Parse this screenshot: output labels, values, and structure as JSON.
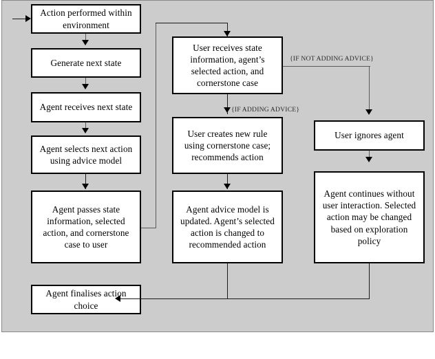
{
  "figure": {
    "type": "flowchart",
    "title": "Agent advice-model interaction flowchart",
    "background_color": "#cccccc",
    "node_fill_color": "#ffffff",
    "node_border_color": "#000000",
    "connector_color": "#1a1a1a"
  },
  "nodes": [
    {
      "id": "action-performed",
      "label": "Action performed within environment"
    },
    {
      "id": "generate-next-state",
      "label": "Generate next state"
    },
    {
      "id": "agent-receives-state",
      "label": "Agent receives next state"
    },
    {
      "id": "agent-selects-action",
      "label": "Agent selects next action using advice model"
    },
    {
      "id": "agent-passes-state",
      "label": "Agent passes state information, selected action, and cornerstone case to user"
    },
    {
      "id": "agent-finalises",
      "label": "Agent finalises action choice"
    },
    {
      "id": "user-receives-state",
      "label": "User receives state information, agent’s selected action, and cornerstone case"
    },
    {
      "id": "user-creates-rule",
      "label": "User creates new rule using cornerstone case; recommends action"
    },
    {
      "id": "advice-model-updated",
      "label": "Agent advice model is updated. Agent’s selected action is changed to recommended action"
    },
    {
      "id": "user-ignores-agent",
      "label": "User ignores agent"
    },
    {
      "id": "agent-continues",
      "label": "Agent continues without user interaction. Selected action may be changed based on exploration policy"
    }
  ],
  "edge_labels": {
    "if_not_adding_advice": "{IF NOT ADDING ADVICE}",
    "if_adding_advice": "{IF ADDING ADVICE}"
  },
  "edges": [
    {
      "from": "external-input",
      "to": "action-performed",
      "label": ""
    },
    {
      "from": "action-performed",
      "to": "generate-next-state",
      "label": ""
    },
    {
      "from": "generate-next-state",
      "to": "agent-receives-state",
      "label": ""
    },
    {
      "from": "agent-receives-state",
      "to": "agent-selects-action",
      "label": ""
    },
    {
      "from": "agent-selects-action",
      "to": "agent-passes-state",
      "label": ""
    },
    {
      "from": "agent-passes-state",
      "to": "user-receives-state",
      "label": ""
    },
    {
      "from": "user-receives-state",
      "to": "user-creates-rule",
      "label": "{IF ADDING ADVICE}"
    },
    {
      "from": "user-receives-state",
      "to": "user-ignores-agent",
      "label": "{IF NOT ADDING ADVICE}"
    },
    {
      "from": "user-creates-rule",
      "to": "advice-model-updated",
      "label": ""
    },
    {
      "from": "user-ignores-agent",
      "to": "agent-continues",
      "label": ""
    },
    {
      "from": "advice-model-updated",
      "to": "agent-finalises",
      "label": ""
    },
    {
      "from": "agent-continues",
      "to": "agent-finalises",
      "label": ""
    }
  ]
}
